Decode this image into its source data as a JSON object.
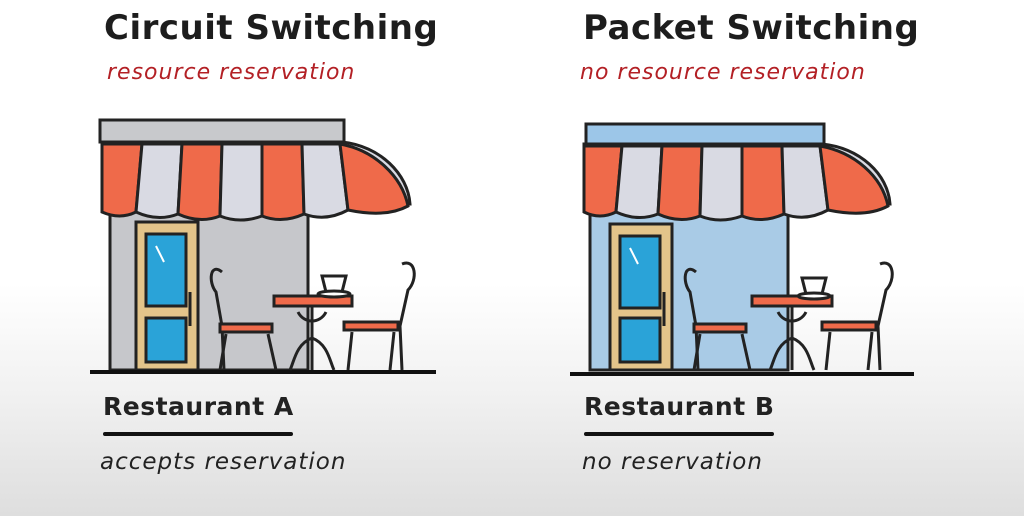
{
  "restaurant_a": {
    "title": "Circuit Switching",
    "subtitle": "resource reservation",
    "name": "Restaurant A",
    "caption": "accepts reservation",
    "wall_color": "#c6c7cb",
    "roof_color": "#c8c9cc"
  },
  "restaurant_b": {
    "title": "Packet Switching",
    "subtitle": "no resource reservation",
    "name": "Restaurant B",
    "caption": "no reservation",
    "wall_color": "#a9cbe6",
    "roof_color": "#9cc6e8"
  },
  "colors": {
    "awning_red": "#ef6a4a",
    "awning_white": "#d9dae3",
    "accent_red": "#b32025",
    "door_wood": "#e3c48a",
    "door_glass": "#2aa3d8"
  },
  "icons": [
    "door-icon",
    "chair-icon",
    "table-icon",
    "coffee-cup-icon",
    "awning-icon"
  ]
}
